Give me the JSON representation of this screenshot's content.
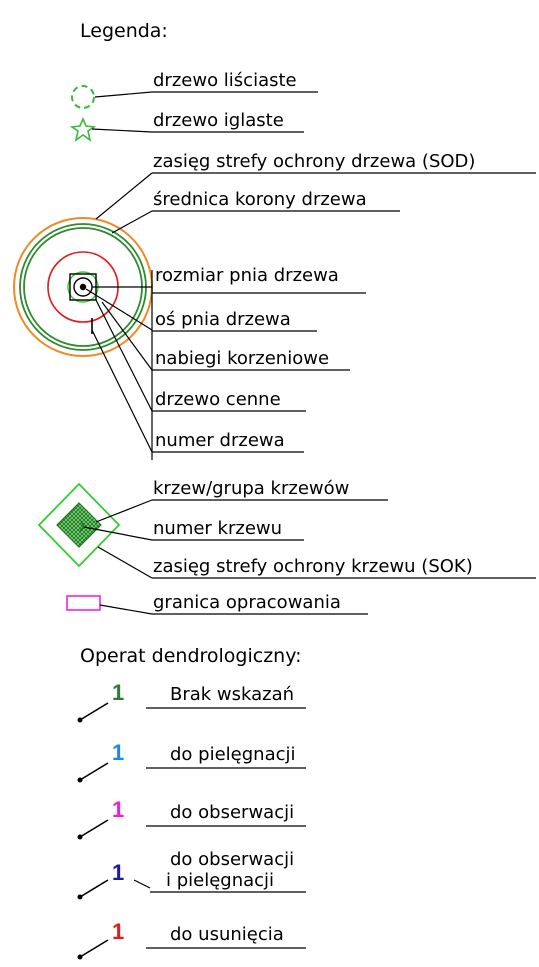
{
  "heading": "Legenda:",
  "legend_items": {
    "deciduous_tree": "drzewo liściaste",
    "coniferous_tree": "drzewo iglaste",
    "tree_protection_zone": "zasięg strefy ochrony drzewa (SOD)",
    "crown_diameter": "średnica korony drzewa",
    "trunk_size": "rozmiar pnia drzewa",
    "trunk_axis": "oś pnia drzewa",
    "root_flares": "nabiegi korzeniowe",
    "valuable_tree": "drzewo cenne",
    "tree_number": "numer drzewa",
    "shrub_group": "krzew/grupa krzewów",
    "shrub_number": "numer krzewu",
    "shrub_protection_zone": "zasięg strefy ochrony krzewu (SOK)",
    "study_boundary": "granica opracowania"
  },
  "survey_heading": "Operat dendrologiczny:",
  "survey_items": [
    {
      "number": "1",
      "color": "#2e7d32",
      "line1": "Brak wskazań",
      "line2": ""
    },
    {
      "number": "1",
      "color": "#1e88e5",
      "line1": "do pielęgnacji",
      "line2": ""
    },
    {
      "number": "1",
      "color": "#e91ee0",
      "line1": "do obserwacji",
      "line2": ""
    },
    {
      "number": "1",
      "color": "#1a1aa6",
      "line1": "do obserwacji",
      "line2": "i pielęgnacji"
    },
    {
      "number": "1",
      "color": "#e01b1b",
      "line1": "do usunięcia",
      "line2": ""
    }
  ],
  "colors": {
    "tree_green": "#2e8b2e",
    "sod_orange": "#f08a24",
    "root_red": "#e01b1b",
    "shrub_green": "#33cc33",
    "boundary_magenta": "#ee22ee"
  }
}
